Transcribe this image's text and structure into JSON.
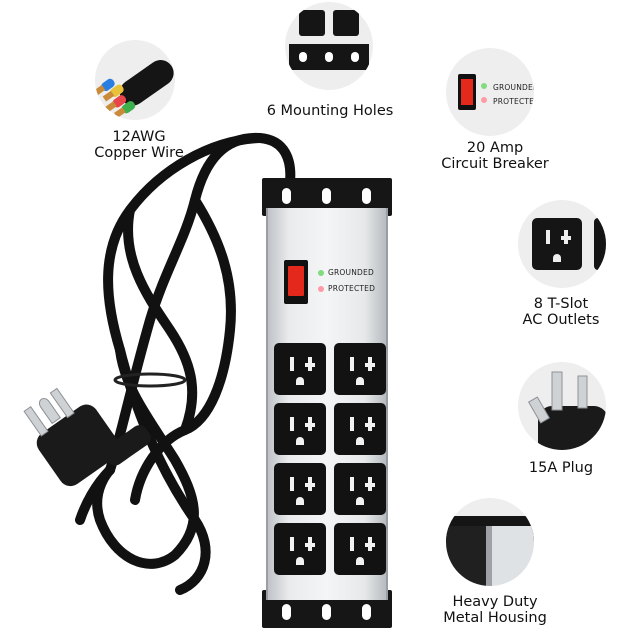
{
  "labels": {
    "copper_wire": [
      "12AWG",
      "Copper Wire"
    ],
    "mounting": [
      "6 Mounting Holes"
    ],
    "breaker": [
      "20 Amp",
      "Circuit Breaker"
    ],
    "outlets": [
      "8 T-Slot",
      "AC Outlets"
    ],
    "plug": [
      "15A Plug"
    ],
    "housing": [
      "Heavy Duty",
      "Metal Housing"
    ]
  },
  "indicators": {
    "grounded": "GROUNDED",
    "protected": "PROTECTED"
  },
  "colors": {
    "cord": "#111111",
    "switch_red": "#e5281c",
    "grounded_led": "#7fdc7f",
    "protected_led": "#ff9aa6",
    "wire_colors": [
      "#2a7de1",
      "#e8c23a",
      "#e8454a",
      "#3db04b"
    ]
  },
  "product": {
    "outlet_count": 8,
    "mounting_hole_count": 6
  }
}
